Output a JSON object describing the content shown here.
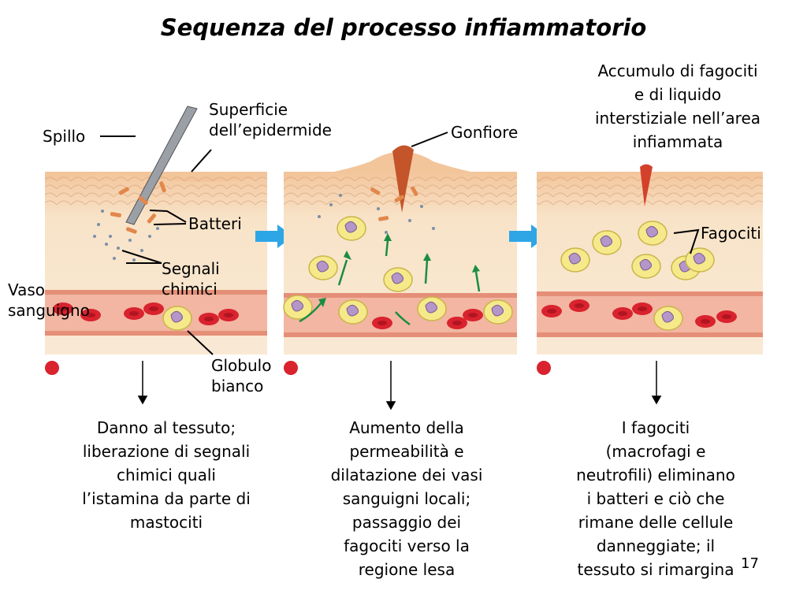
{
  "title": "Sequenza del processo infiammatorio",
  "labels": {
    "spillo": "Spillo",
    "superficie_line1": "Superficie",
    "superficie_line2": "dell’epidermide",
    "batteri": "Batteri",
    "segnali_line1": "Segnali",
    "segnali_line2": "chimici",
    "vaso_line1": "Vaso",
    "vaso_line2": "sanguigno",
    "globulo_line1": "Globulo",
    "globulo_line2": "bianco",
    "gonfiore": "Gonfiore",
    "accumulo": [
      "Accumulo di fagociti",
      "e di liquido",
      "interstiziale nell’area",
      "infiammata"
    ],
    "fagociti": "Fagociti"
  },
  "captions": [
    [
      "Danno al tessuto;",
      "liberazione di segnali",
      "chimici quali",
      "l’istamina da parte di",
      "mastociti"
    ],
    [
      "Aumento della",
      "permeabilità e",
      "dilatazione dei vasi",
      "sanguigni locali;",
      "passaggio dei",
      "fagociti verso la",
      "regione lesa"
    ],
    [
      "I fagociti",
      "(macrofagi e",
      "neutrofili) eliminano",
      "i batteri e ciò che",
      "rimane delle cellule",
      "danneggiate; il",
      "tessuto si rimargina"
    ]
  ],
  "slide_number": "17",
  "colors": {
    "skin": "#f6e2c6",
    "skin_top": "#f3c9a0",
    "vessel": "#f0b7a3",
    "rbc": "#d9232e",
    "wbc": "#f6e98a",
    "arrow_blue": "#2ea6e6",
    "arrow_green": "#1a8d43",
    "swelling": "#c4542a"
  }
}
